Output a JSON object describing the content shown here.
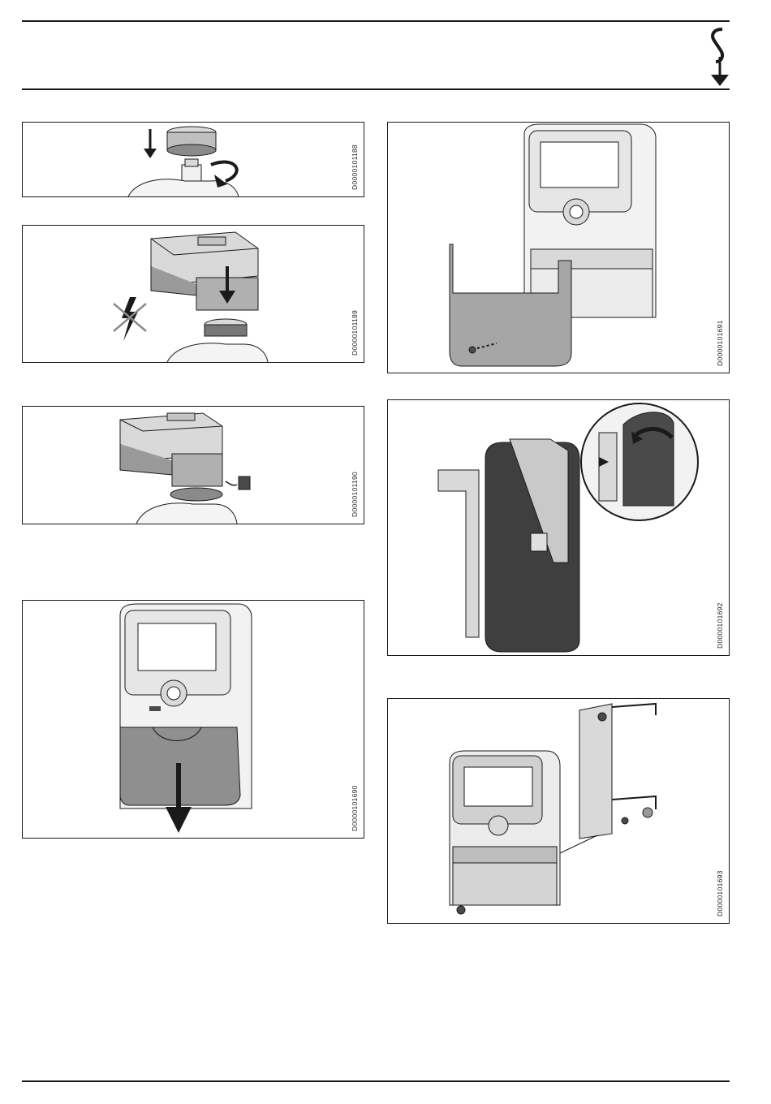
{
  "figures": [
    {
      "code": "D0000101188",
      "icon": "valve-adapter-illustration"
    },
    {
      "code": "D0000101189",
      "icon": "actuator-mount-illustration"
    },
    {
      "code": "D0000101190",
      "icon": "actuator-cover-illustration"
    },
    {
      "code": "D0000101690",
      "icon": "controller-cover-removal-illustration"
    },
    {
      "code": "D0000101691",
      "icon": "controller-open-illustration"
    },
    {
      "code": "D0000101692",
      "icon": "controller-bracket-illustration"
    },
    {
      "code": "D0000101693",
      "icon": "controller-wall-mount-illustration"
    }
  ],
  "colors": {
    "line": "#1a1a1a",
    "panel_fill": "#ffffff",
    "grey_dark": "#4a4a4a",
    "grey_mid": "#8a8a8a",
    "grey_light": "#d9d9d9"
  }
}
